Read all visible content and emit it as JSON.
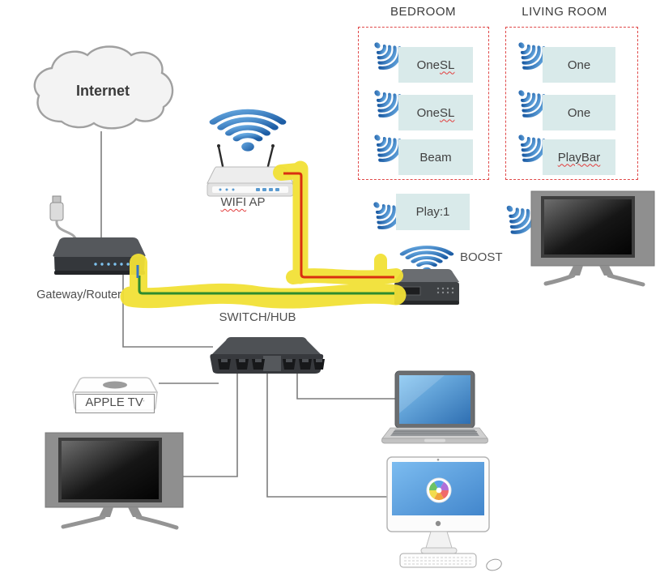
{
  "colors": {
    "highlight_yellow": "#f2e136",
    "cable_red": "#d92f10",
    "cable_green": "#2e8b2e",
    "cable_blue": "#3575c8",
    "wifi_blue_dark": "#1c5ca4",
    "wifi_blue_light": "#66a8e0",
    "zone_border_red": "#e04848",
    "speaker_box_fill": "#d9eaea",
    "connector_gray": "#7d7d7d"
  },
  "nodes": {
    "internet": {
      "label": "Internet"
    },
    "gateway": {
      "label": "Gateway/Router"
    },
    "wifi_ap": {
      "label_squiggle": "WIFI",
      "label_plain": " AP"
    },
    "switch": {
      "label": "SWITCH/HUB"
    },
    "boost": {
      "label": "BOOST"
    },
    "apple_tv": {
      "label": "APPLE TV",
      "mark": "'"
    }
  },
  "zones": {
    "bedroom": {
      "title": "BEDROOM",
      "items": [
        {
          "plain": "One ",
          "squiggle": "SL"
        },
        {
          "plain": "One ",
          "squiggle": "SL"
        },
        {
          "plain": "Beam",
          "squiggle": ""
        }
      ]
    },
    "living_room": {
      "title": "LIVING ROOM",
      "items": [
        {
          "plain": "One",
          "squiggle": ""
        },
        {
          "plain": "One",
          "squiggle": ""
        },
        {
          "plain": "",
          "squiggle": "PlayBar"
        }
      ]
    },
    "standalone": {
      "plain": "Play:1",
      "squiggle": ""
    }
  }
}
